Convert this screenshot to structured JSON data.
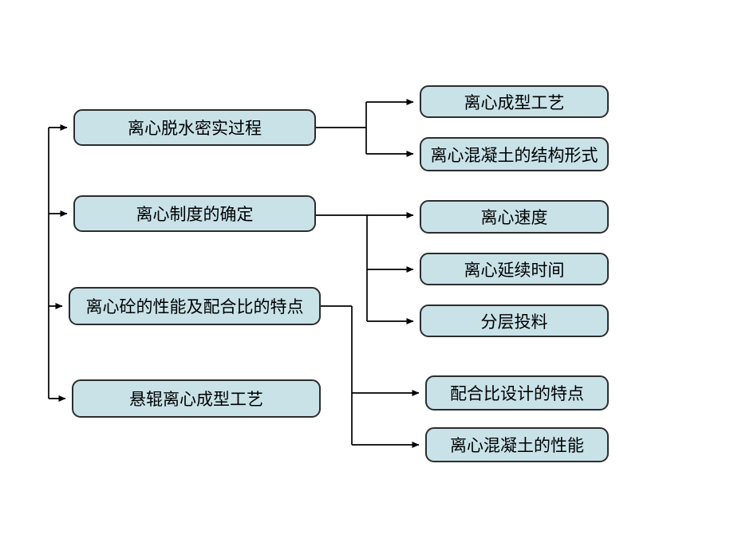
{
  "diagram": {
    "background_color": "#ffffff",
    "node_fill_color": "#c8e2e8",
    "node_border_color": "#2d2d2d",
    "connector_color": "#000000",
    "left_nodes": [
      {
        "id": "L1",
        "label": "离心脱水密实过程"
      },
      {
        "id": "L2",
        "label": "离心制度的确定"
      },
      {
        "id": "L3",
        "label": "离心砼的性能及配合比的特点"
      },
      {
        "id": "L4",
        "label": "悬辊离心成型工艺"
      }
    ],
    "right_nodes": [
      {
        "id": "R1",
        "label": "离心成型工艺",
        "parent": "离心脱水密实过程"
      },
      {
        "id": "R2",
        "label": "离心混凝土的结构形式",
        "parent": "离心脱水密实过程"
      },
      {
        "id": "R3",
        "label": "离心速度",
        "parent": "离心制度的确定"
      },
      {
        "id": "R4",
        "label": "离心延续时间",
        "parent": "离心制度的确定"
      },
      {
        "id": "R5",
        "label": "分层投料",
        "parent": "离心制度的确定"
      },
      {
        "id": "R6",
        "label": "配合比设计的特点",
        "parent": "离心砼的性能及配合比的特点"
      },
      {
        "id": "R7",
        "label": "离心混凝土的性能",
        "parent": "离心砼的性能及配合比的特点"
      }
    ]
  }
}
